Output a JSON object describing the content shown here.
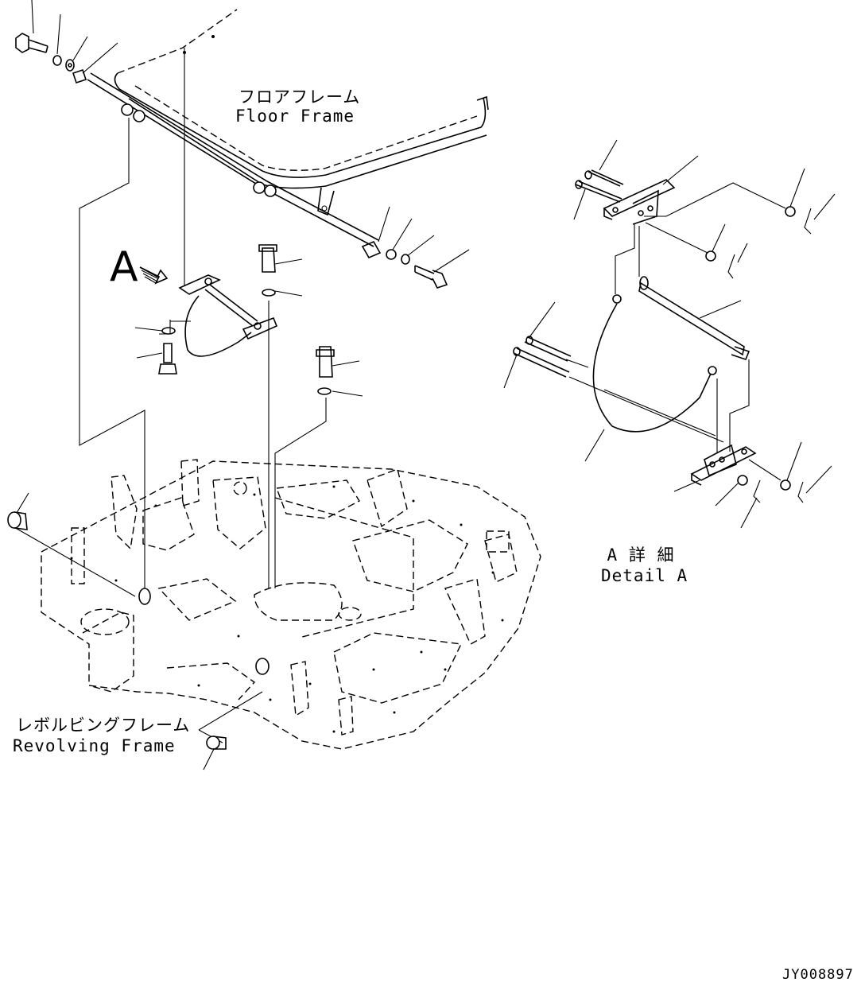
{
  "labels": {
    "floor_frame_jp": "フロアフレーム",
    "floor_frame_en": "Floor Frame",
    "revolving_frame_jp": "レボルビングフレーム",
    "revolving_frame_en": "Revolving Frame",
    "detail_jp": "A 詳 細",
    "detail_en": "Detail A",
    "view_marker": "A",
    "drawing_code": "JY008897"
  },
  "colors": {
    "line": "#000000",
    "background": "#ffffff"
  }
}
